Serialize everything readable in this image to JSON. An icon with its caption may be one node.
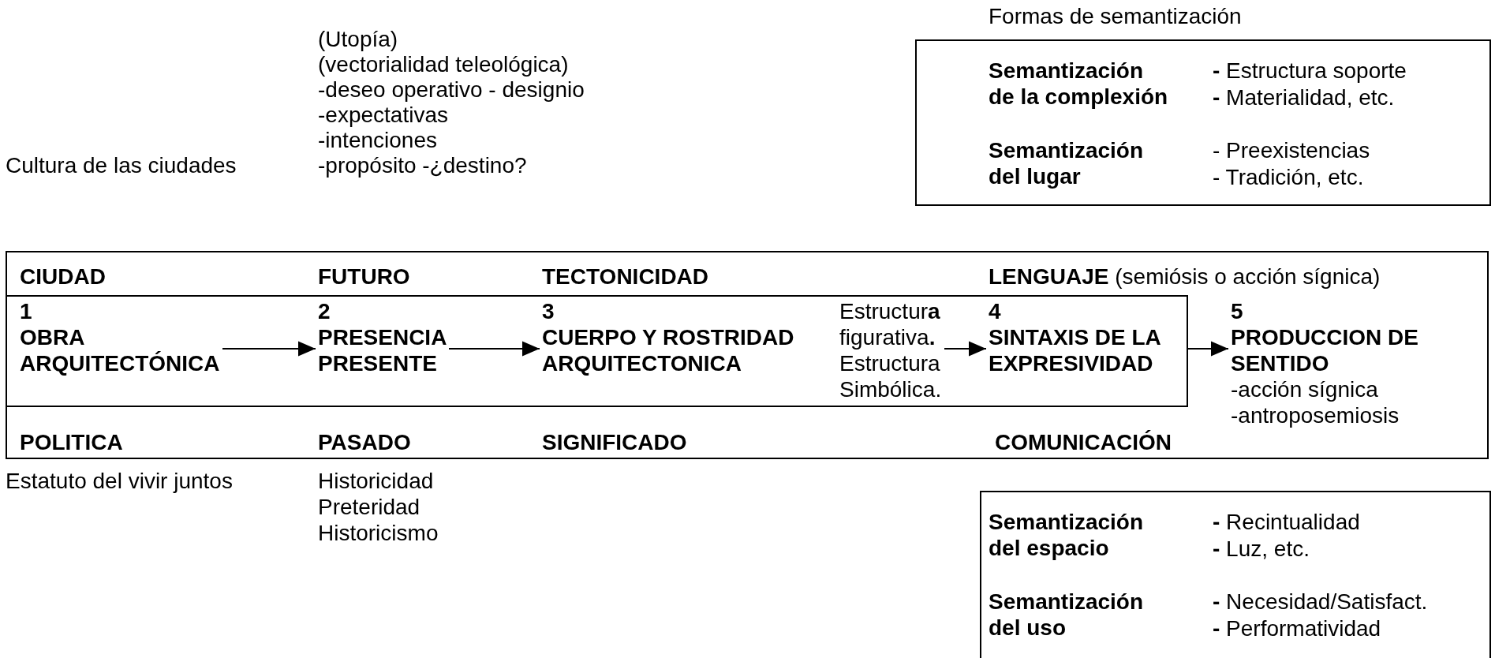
{
  "diagram": {
    "nodes": [
      {
        "text": [
          "Semantización de la complexión",
          "**-** Estructura soporte",
          "**-** Materialidad, etc.",
          "Semantización del lugar",
          "- Preexistencias",
          "- Tradición, etc."
        ]
      },
      {
        "text": [
          "CIUDAD",
          "FUTURO",
          "TECTONICIDAD",
          "**LENGUAJE** (semiósis o acción sígnica)",
          "POLITICA",
          "PASADO",
          "SIGNIFICADO",
          "COMUNICACIÓN"
        ]
      },
      {
        "text": [],
        "shape": "box",
        "in": 1
      },
      {
        "text": [
          "1",
          "OBRA ARQUITECTÓNICA"
        ],
        "in": 2
      },
      {
        "text": [
          "2",
          "PRESENCIA PRESENTE"
        ],
        "in": 2
      },
      {
        "text": [
          "3",
          "CUERPO Y ROSTRIDAD ARQUITECTONICA"
        ],
        "in": 2
      },
      {
        "text": [
          "Estructur**a** figurativa**.** Estructura Simbólica."
        ],
        "in": 2
      },
      {
        "text": [
          "4",
          "SINTAXIS DE LA EXPRESIVIDAD"
        ],
        "in": 2
      },
      {
        "text": [
          "5",
          "PRODUCCION DE SENTIDO",
          "-acción sígnica",
          "-antroposemiosis"
        ],
        "in": 1
      },
      {
        "text": [
          "Semantización del espacio",
          "**-** Recintualidad",
          "**-** Luz, etc.",
          "Semantización del uso",
          "**-** Necesidad/Satisfact.",
          "**-** Performatividad"
        ]
      }
    ],
    "edges": [
      {
        "from": 3,
        "to": 4,
        "arrow": "to"
      },
      {
        "from": 4,
        "to": 5,
        "arrow": "to"
      },
      {
        "from": 6,
        "to": 7,
        "arrow": "to"
      },
      {
        "from": 7,
        "to": 8,
        "arrow": "to"
      }
    ],
    "labels": [
      "Formas de semantización",
      "(Utopía)",
      "(vectorialidad teleológica)",
      "-deseo operativo - designio",
      "-expectativas",
      "-intenciones",
      "-propósito -¿destino?",
      "Cultura de las ciudades",
      "Estatuto del vivir juntos",
      "Historicidad",
      "Preteridad",
      "Historicismo"
    ]
  }
}
